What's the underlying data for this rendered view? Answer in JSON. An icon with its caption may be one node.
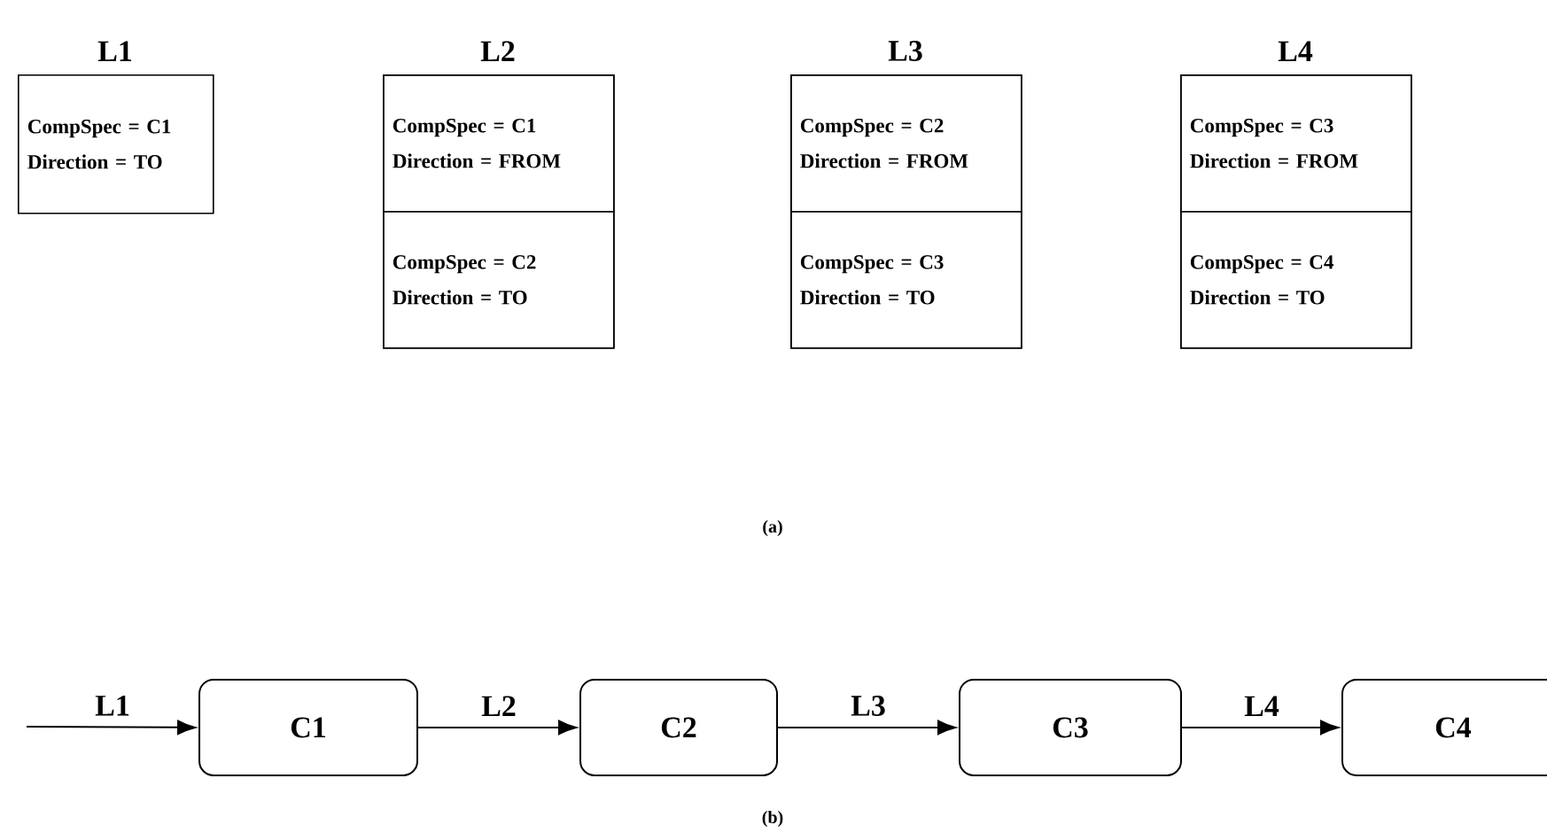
{
  "diagram": {
    "nodes": [
      {
        "text": [
          "L1",
          "CompSpec = C1",
          "Direction = TO"
        ]
      },
      {
        "text": [
          "L2"
        ]
      },
      {
        "text": [
          "CompSpec = C1",
          "Direction = FROM"
        ],
        "in": 1
      },
      {
        "text": [
          "CompSpec = C2",
          "Direction = TO"
        ],
        "in": 1
      },
      {
        "text": [
          "L3"
        ]
      },
      {
        "text": [
          "CompSpec = C2",
          "Direction = FROM"
        ],
        "in": 4
      },
      {
        "text": [
          "CompSpec = C3",
          "Direction = TO"
        ],
        "in": 4
      },
      {
        "text": [
          "L4"
        ]
      },
      {
        "text": [
          "CompSpec = C3",
          "Direction = FROM"
        ],
        "in": 7
      },
      {
        "text": [
          "CompSpec = C4",
          "Direction = TO"
        ],
        "in": 7
      },
      {
        "text": [
          "C1"
        ]
      },
      {
        "text": [
          "C2"
        ]
      },
      {
        "text": [
          "C3"
        ]
      },
      {
        "text": [
          "C4"
        ]
      }
    ],
    "edges": [
      {
        "from": null,
        "to": 10,
        "arrow": "to",
        "label": "L1"
      },
      {
        "from": 10,
        "to": 11,
        "arrow": "to",
        "label": "L2"
      },
      {
        "from": 11,
        "to": 12,
        "arrow": "to",
        "label": "L3"
      },
      {
        "from": 12,
        "to": 13,
        "arrow": "to",
        "label": "L4"
      }
    ],
    "labels": [
      "(a)",
      "(b)"
    ]
  }
}
